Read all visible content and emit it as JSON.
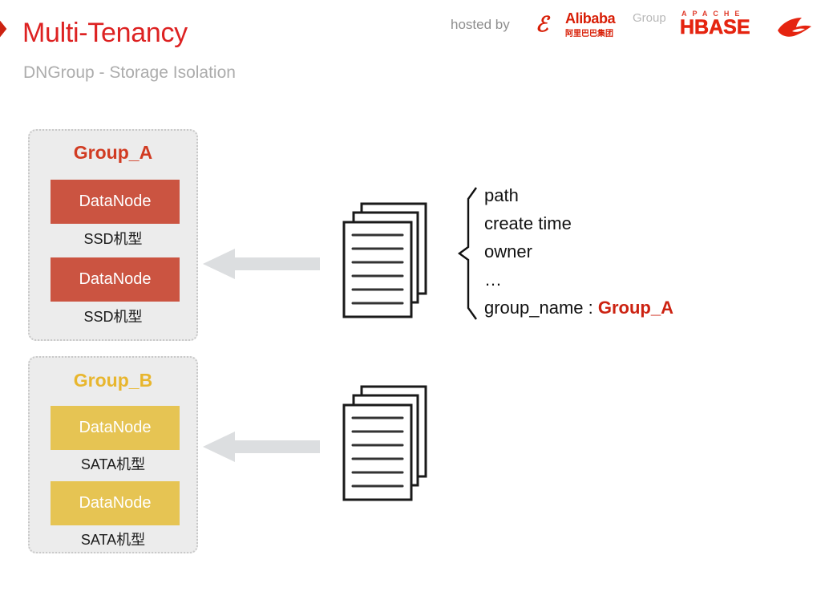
{
  "header": {
    "title": "Multi-Tenancy",
    "subtitle": "DNGroup - Storage Isolation",
    "hosted_by_label": "hosted by",
    "title_color": "#DD2222",
    "subtitle_color": "#ACACAC",
    "bullet_icon": "red-chevron-arrow-icon",
    "alibaba_logo": {
      "mark": "ℰ",
      "wordmark": "Alibaba",
      "group_word": "Group",
      "cn_subtitle": "阿里巴巴集团",
      "color": "#D81E06"
    },
    "hbase_logo": {
      "apache_word": "APACHE",
      "wordmark": "HBASE",
      "icon": "orca-whale-icon",
      "color": "#E52410"
    }
  },
  "diagram": {
    "groups": [
      {
        "id": "group-a",
        "title": "Group_A",
        "title_color": "#D13B22",
        "node_color": "#CB5441",
        "nodes": [
          {
            "label": "DataNode",
            "machine_type": "SSD机型"
          },
          {
            "label": "DataNode",
            "machine_type": "SSD机型"
          }
        ]
      },
      {
        "id": "group-b",
        "title": "Group_B",
        "title_color": "#E8B62E",
        "node_color": "#E6C453",
        "nodes": [
          {
            "label": "DataNode",
            "machine_type": "SATA机型"
          },
          {
            "label": "DataNode",
            "machine_type": "SATA机型"
          }
        ]
      }
    ],
    "arrows": [
      {
        "id": "arrow-to-group-a",
        "direction": "left",
        "color": "#DCDEE0"
      },
      {
        "id": "arrow-to-group-b",
        "direction": "left",
        "color": "#DCDEE0"
      }
    ],
    "doc_stacks": [
      {
        "id": "doc-stack-a",
        "icon": "document-stack-icon",
        "pages": 3,
        "lines": 6
      },
      {
        "id": "doc-stack-b",
        "icon": "document-stack-icon",
        "pages": 3,
        "lines": 6
      }
    ],
    "metadata": {
      "brace_icon": "curly-brace-icon",
      "lines": [
        "path",
        "create time",
        "owner",
        "…"
      ],
      "group_name_key": "group_name : ",
      "group_name_value": "Group_A",
      "group_name_value_color": "#CC2211"
    }
  }
}
